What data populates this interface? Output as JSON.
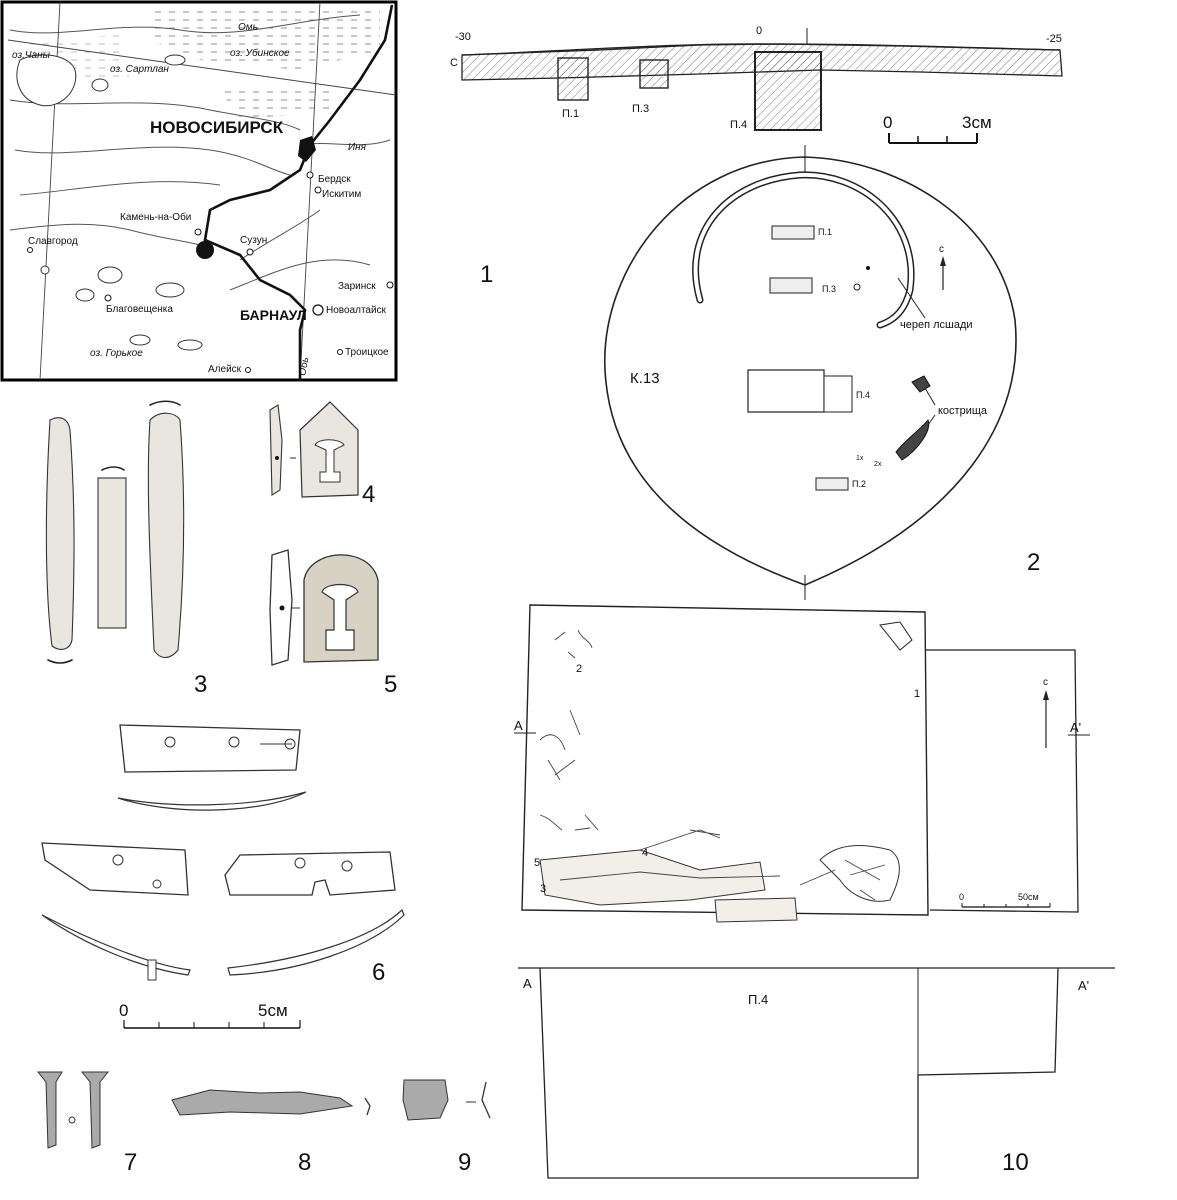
{
  "map": {
    "cities": {
      "novosibirsk": "НОВОСИБИРСК",
      "barnaul": "БАРНАУЛ",
      "berdsk": "Бердск",
      "iskitim": "Искитим",
      "kamen": "Камень-на-Оби",
      "suzun": "Сузун",
      "slavgorod": "Славгород",
      "blagoveshchenka": "Благовещенка",
      "zarinsk": "Заринск",
      "novoaltaysk": "Новоалтайск",
      "troitskoe": "Троицкое",
      "aleysk": "Алейск"
    },
    "lakes": {
      "chany": "оз.Чаны",
      "sartlan": "оз. Сартлан",
      "ubinskoe": "оз. Убинское",
      "gorkoe": "оз. Горькое"
    },
    "rivers": {
      "om": "Омь",
      "inya": "Иня",
      "ob": "Обь"
    }
  },
  "figure_numbers": {
    "f1": "1",
    "f2": "2",
    "f3": "3",
    "f4": "4",
    "f5": "5",
    "f6": "6",
    "f7": "7",
    "f8": "8",
    "f9": "9",
    "f10": "10"
  },
  "profile": {
    "left_mark": "-30",
    "center_mark": "0",
    "right_mark": "-25",
    "side_label": "С",
    "pits": [
      "П.1",
      "П.3",
      "П.4"
    ],
    "scale_zero": "0",
    "scale_label": "3см"
  },
  "kurgan": {
    "name": "К.13",
    "north": "с",
    "labels": {
      "skull": "череп лсшади",
      "kostrishcha": "кострища",
      "p1": "П.1",
      "p2": "П.2",
      "p3": "П.3",
      "p4": "П.4",
      "marker_a": "1х",
      "marker_b": "2х"
    }
  },
  "artifacts": {
    "scale_zero": "0",
    "scale_label": "5см"
  },
  "grave": {
    "section_a": "А",
    "section_a_prime": "А'",
    "north": "с",
    "scale_zero": "0",
    "scale_label": "50см",
    "markers": [
      "1",
      "2",
      "3",
      "4",
      "5"
    ],
    "section_pit": "П.4"
  }
}
